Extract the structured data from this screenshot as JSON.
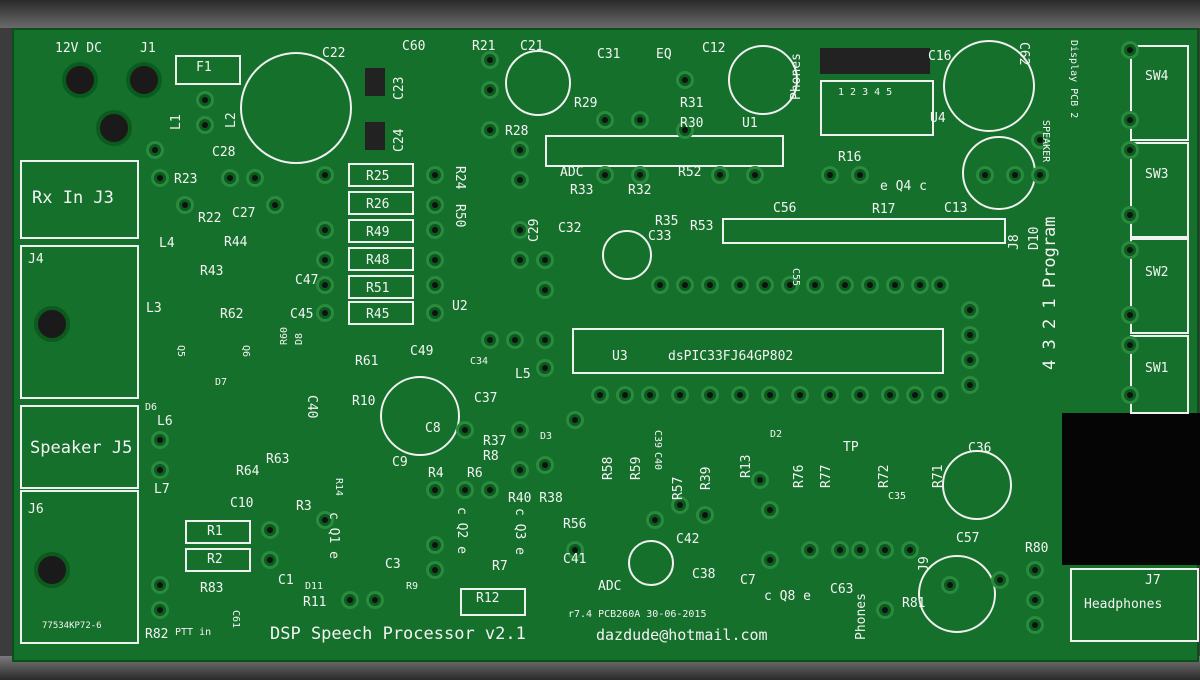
{
  "board": {
    "title": "DSP Speech Processor v2.1",
    "email": "dazdude@hotmail.com",
    "revision": "r7.4 PCB260A 30-06-2015",
    "part_code": "77534KP72-6",
    "colors": {
      "solder_mask": "#14702a",
      "silkscreen": "#f4f4f4",
      "frame": "#3c3c3c"
    }
  },
  "labels": [
    "12V DC",
    "J1",
    "F1",
    "C22",
    "C60",
    "R21",
    "C21",
    "C31",
    "EQ",
    "C12",
    "C16",
    "C23",
    "C24",
    "L1",
    "L2",
    "C28",
    "R23",
    "Rx In J3",
    "R22",
    "C27",
    "R25",
    "R26",
    "R49",
    "R48",
    "R51",
    "R45",
    "R24",
    "R50",
    "R28",
    "R29",
    "R31",
    "R30",
    "U1",
    "Phones",
    "ADC",
    "R33",
    "R32",
    "R52",
    "R35",
    "R53",
    "C56",
    "C32",
    "C33",
    "C29",
    "R16",
    "e Q4 c",
    "R17",
    "C13",
    "U4",
    "1 2 3 4 5",
    "C62",
    "SPEAKER",
    "Display PCB 2",
    "SW4",
    "SW3",
    "SW2",
    "SW1",
    "D10",
    "J8",
    "4 3 2 1 Program",
    "J4",
    "L4",
    "R44",
    "R43",
    "C47",
    "L3",
    "R62",
    "C45",
    "U2",
    "C49",
    "C34",
    "U3",
    "dsPIC33FJ64GP802",
    "R61",
    "Q5",
    "D7",
    "Q6",
    "R60",
    "D8",
    "L5",
    "C37",
    "R10",
    "C40",
    "D6",
    "L6",
    "Speaker J5",
    "D3",
    "R37",
    "R8",
    "C8",
    "C9",
    "R64",
    "R63",
    "L7",
    "C10",
    "R4",
    "R6",
    "R40 R38",
    "R58",
    "R59",
    "R57",
    "R39",
    "R13",
    "R76",
    "R77",
    "TP",
    "R72",
    "R71",
    "C35",
    "C36",
    "D2",
    "C39",
    "C40",
    "C42",
    "C38",
    "R56",
    "C41",
    "ADC",
    "J6",
    "R1",
    "R2",
    "R83",
    "R82",
    "PTT in",
    "C61",
    "C1",
    "D11",
    "R11",
    "R3",
    "R14",
    "c Q1 e",
    "C3",
    "R9",
    "c Q2 e",
    "R7",
    "c Q3 e",
    "R12",
    "C7",
    "c Q8 e",
    "C63",
    "J9",
    "Phones",
    "R81",
    "C57",
    "R80",
    "J7",
    "Headphones",
    "C55"
  ]
}
